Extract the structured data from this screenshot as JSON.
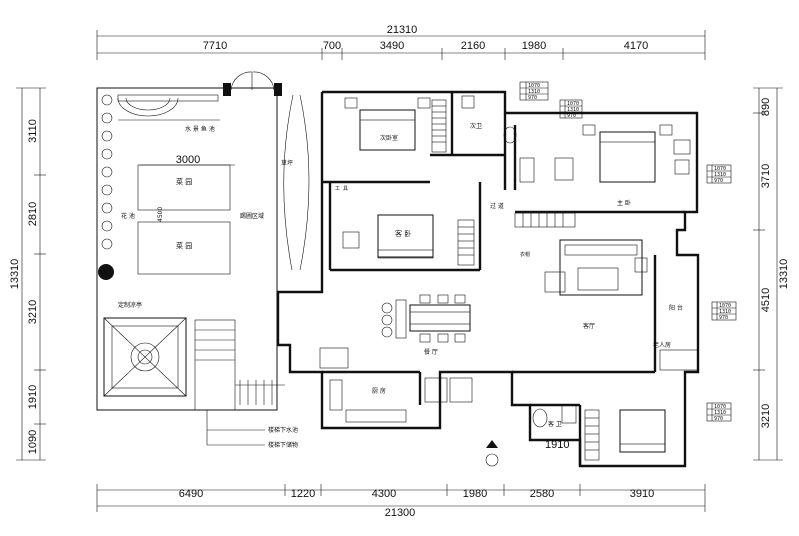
{
  "dimensions": {
    "top_total": "21310",
    "top_segments": [
      "7710",
      "700",
      "3490",
      "2160",
      "1980",
      "4170"
    ],
    "bottom_total": "21300",
    "bottom_segments": [
      "6490",
      "1220",
      "4300",
      "1980",
      "2580",
      "3910"
    ],
    "left_total": "13310",
    "left_segments": [
      "3110",
      "2810",
      "3210",
      "1910",
      "1090"
    ],
    "right_total": "13310",
    "right_segments": [
      "890",
      "3710",
      "4510",
      "3210"
    ],
    "inner_3000": "3000",
    "inner_4500": "4500",
    "inner_1910": "1910"
  },
  "rooms": {
    "water_pond": "水 景 鱼 池",
    "veg_garden_1": "菜 园",
    "veg_garden_2": "菜 园",
    "flower_bed": "花 池",
    "garden_area": "踢圃区域",
    "lawn": "草坪",
    "pavilion": "定制凉亭",
    "second_master": "次卧室",
    "second_bath": "次卫",
    "guest_bedroom": "客 卧",
    "corridor": "过 道",
    "master_bedroom": "主 卧",
    "dining": "餐 厅",
    "living_room": "客厅",
    "balcony": "阳 台",
    "kitchen": "厨 房",
    "guest_bath": "客 卫",
    "elder_room": "老人房",
    "tag_a": "工 具",
    "tag_b": "衣帽"
  },
  "notes": {
    "stair_pool": "楼梯下水池",
    "stair_storage": "楼梯下储物"
  },
  "tables": {
    "rows": [
      "1070",
      "1310",
      "970"
    ]
  }
}
